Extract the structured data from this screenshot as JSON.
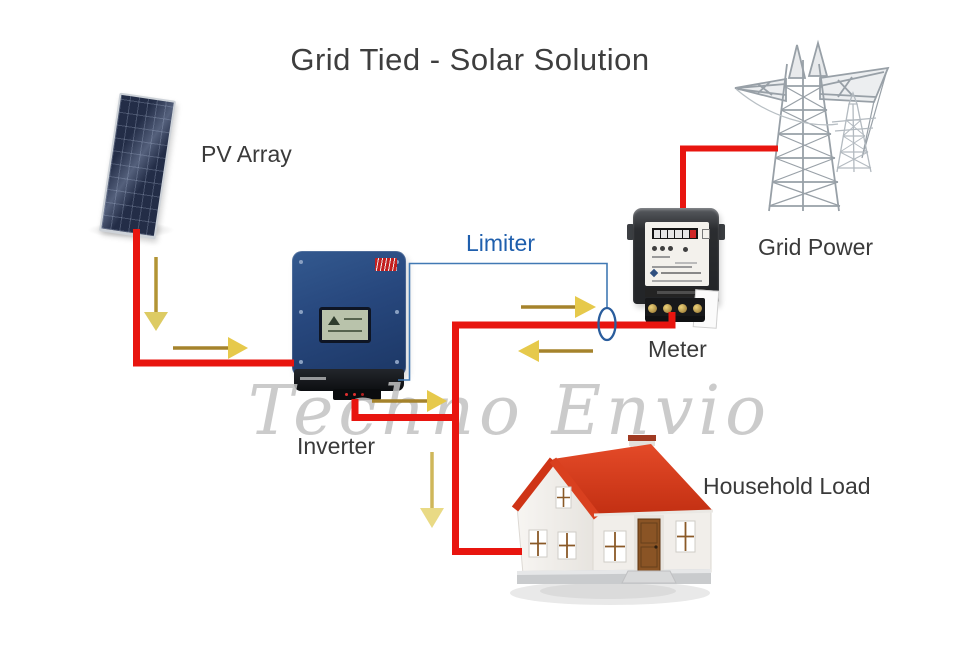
{
  "title": "Grid Tied - Solar Solution",
  "watermark": "Techno Envio",
  "labels": {
    "pv_array": "PV Array",
    "inverter": "Inverter",
    "limiter": "Limiter",
    "meter": "Meter",
    "grid_power": "Grid Power",
    "household_load": "Household Load"
  },
  "components": [
    {
      "id": "pv-array",
      "label": "PV Array",
      "kind": "solar-panel-illustration"
    },
    {
      "id": "inverter",
      "label": "Inverter",
      "kind": "grid-tie-inverter-illustration"
    },
    {
      "id": "limiter",
      "label": "Limiter",
      "kind": "ct-clamp-sensor"
    },
    {
      "id": "meter",
      "label": "Meter",
      "kind": "energy-meter-illustration"
    },
    {
      "id": "grid-power",
      "label": "Grid Power",
      "kind": "transmission-tower-illustration"
    },
    {
      "id": "household-load",
      "label": "Household Load",
      "kind": "house-illustration"
    }
  ],
  "connections": [
    {
      "from": "PV Array",
      "to": "Inverter",
      "wire": "red"
    },
    {
      "from": "Inverter",
      "to": "AC bus",
      "wire": "red"
    },
    {
      "from": "AC bus",
      "to": "Meter",
      "wire": "red"
    },
    {
      "from": "Meter",
      "to": "Grid Power",
      "wire": "red"
    },
    {
      "from": "AC bus",
      "to": "Household Load",
      "wire": "red"
    },
    {
      "from": "Inverter",
      "to": "Limiter CT clamp",
      "wire": "blue-sense"
    }
  ],
  "flow_arrows": [
    {
      "id": "pv-down",
      "direction": "down"
    },
    {
      "id": "pv-to-inverter",
      "direction": "right"
    },
    {
      "id": "inverter-out",
      "direction": "right"
    },
    {
      "id": "bus-to-meter",
      "direction": "right"
    },
    {
      "id": "meter-to-bus",
      "direction": "left"
    },
    {
      "id": "bus-to-house",
      "direction": "down"
    }
  ],
  "colors": {
    "wire_red": "#e8150f",
    "limiter_wire_blue": "#4179b4",
    "limiter_text_blue": "#1f5fad",
    "arrow_shaft_gold": "#a5832c",
    "arrow_head_yellow": "#e6c94b",
    "panel_navy": "#232d47",
    "inverter_blue": "#27477d",
    "roof_red": "#d8381c",
    "watermark_gray": "#c3c3c3"
  }
}
